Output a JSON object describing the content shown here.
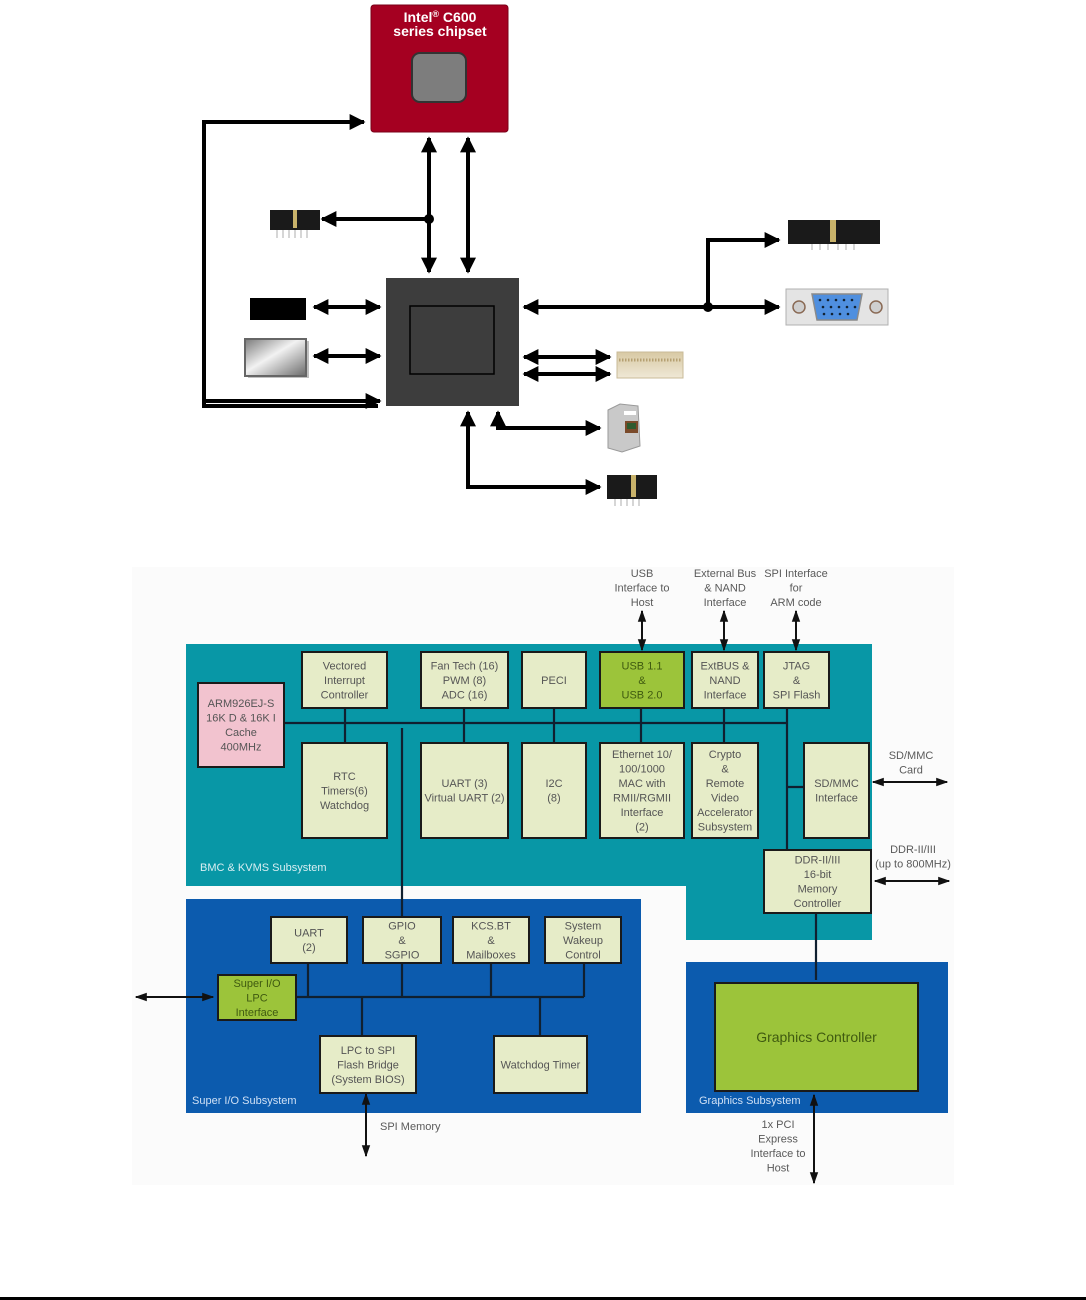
{
  "top_diagram": {
    "chipset": {
      "line1": "Intel",
      "reg": "®",
      "line1b": " C600",
      "line2": "series chipset",
      "color": "#a50021"
    },
    "bmc_chip": {
      "color": "#3d3d3d"
    },
    "connectors": [
      {
        "name": "pin-header-left",
        "icon": "pin-header-icon"
      },
      {
        "name": "black-module",
        "icon": "module-icon"
      },
      {
        "name": "lcd-panel",
        "icon": "display-panel-icon"
      },
      {
        "name": "pin-header-right",
        "icon": "pin-header-icon"
      },
      {
        "name": "vga-connector",
        "icon": "vga-port-icon"
      },
      {
        "name": "board-connector",
        "icon": "board-to-board-connector-icon"
      },
      {
        "name": "rj45-jack",
        "icon": "ethernet-jack-icon"
      },
      {
        "name": "pin-header-bottom",
        "icon": "pin-header-icon"
      }
    ]
  },
  "bottom_diagram": {
    "colors": {
      "bmc_region": "#0897a6",
      "superio_region": "#0c5bae",
      "graphics_region": "#0c5bae",
      "block": "#e6ecc8",
      "block_green": "#9cc43a",
      "block_pink": "#f2c3cf",
      "label_text": "#5a5a5a"
    },
    "external_labels": {
      "usb": [
        "USB",
        "Interface to",
        "Host"
      ],
      "extbus": [
        "External Bus",
        "& NAND",
        "Interface"
      ],
      "spi": [
        "SPI Interface",
        "for",
        "ARM code"
      ],
      "sdmmc": [
        "SD/MMC",
        "Card"
      ],
      "ddr": [
        "DDR-II/III",
        "(up to 800MHz)"
      ],
      "spi_memory": [
        "SPI Memory"
      ],
      "pcie": [
        "1x PCI",
        "Express",
        "Interface to",
        "Host"
      ]
    },
    "regions": {
      "bmc": "BMC & KVMS Subsystem",
      "superio": "Super I/O Subsystem",
      "graphics": "Graphics Subsystem"
    },
    "blocks": {
      "arm": [
        "ARM926EJ-S",
        "16K D & 16K I",
        "Cache",
        "400MHz"
      ],
      "vic": [
        "Vectored",
        "Interrupt",
        "Controller"
      ],
      "fan": [
        "Fan Tech (16)",
        "PWM (8)",
        "ADC (16)"
      ],
      "peci": [
        "PECI"
      ],
      "usb": [
        "USB 1.1",
        "&",
        "USB 2.0"
      ],
      "extbus": [
        "ExtBUS &",
        "NAND",
        "Interface"
      ],
      "jtag": [
        "JTAG",
        "&",
        "SPI Flash"
      ],
      "rtc": [
        "RTC",
        "Timers(6)",
        "Watchdog"
      ],
      "uart3": [
        "UART (3)",
        "Virtual UART (2)"
      ],
      "i2c": [
        "I2C",
        "(8)"
      ],
      "eth": [
        "Ethernet 10/",
        "100/1000",
        "MAC with",
        "RMII/RGMII",
        "Interface",
        "(2)"
      ],
      "crypto": [
        "Crypto",
        "&",
        "Remote",
        "Video",
        "Accelerator",
        "Subsystem"
      ],
      "sdmmc": [
        "SD/MMC",
        "Interface"
      ],
      "ddr": [
        "DDR-II/III",
        "16-bit",
        "Memory",
        "Controller"
      ],
      "uart2": [
        "UART",
        "(2)"
      ],
      "gpio": [
        "GPIO",
        "&",
        "SGPIO"
      ],
      "kcs": [
        "KCS.BT",
        "&",
        "Mailboxes"
      ],
      "wake": [
        "System",
        "Wakeup",
        "Control"
      ],
      "superio_lpc": [
        "Super I/O",
        "LPC",
        "Interface"
      ],
      "lpc_spi": [
        "LPC to SPI",
        "Flash Bridge",
        "(System BIOS)"
      ],
      "wdt": [
        "Watchdog Timer"
      ],
      "gfx": [
        "Graphics Controller"
      ]
    }
  }
}
